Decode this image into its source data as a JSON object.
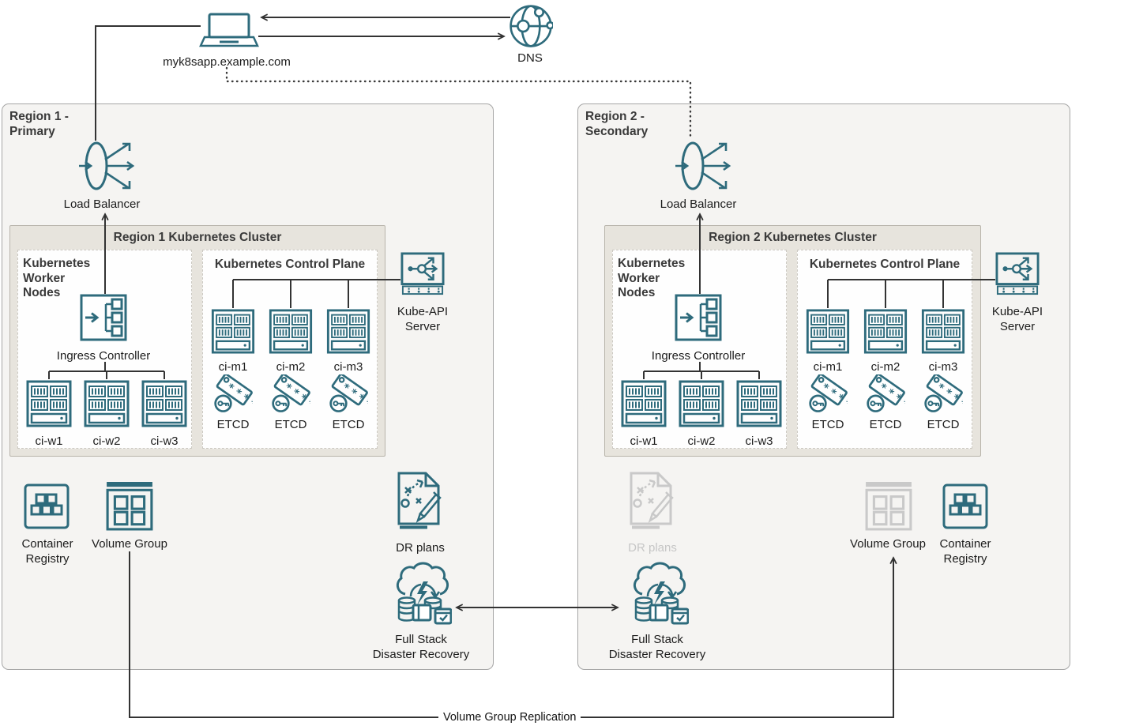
{
  "colors": {
    "teal": "#2e6b7c",
    "disabled_gray": "#c9c9c9",
    "line": "#333333",
    "region_fill": "#f5f4f2",
    "cluster_fill": "#e7e4dd"
  },
  "client": {
    "label": "myk8sapp.example.com"
  },
  "dns": {
    "label": "DNS"
  },
  "region1": {
    "title": "Region 1 -\nPrimary",
    "load_balancer": "Load Balancer",
    "cluster_title": "Region 1 Kubernetes Cluster",
    "worker_panel_title": "Kubernetes\nWorker\nNodes",
    "ingress": "Ingress Controller",
    "workers": [
      "ci-w1",
      "ci-w2",
      "ci-w3"
    ],
    "control_panel_title": "Kubernetes Control Plane",
    "masters": [
      "ci-m1",
      "ci-m2",
      "ci-m3"
    ],
    "etcd_label": "ETCD",
    "kube_api": "Kube-API\nServer",
    "container_registry": "Container\nRegistry",
    "volume_group": "Volume Group",
    "dr_plans": "DR plans",
    "fsdr": "Full Stack\nDisaster Recovery"
  },
  "region2": {
    "title": "Region 2 -\nSecondary",
    "load_balancer": "Load Balancer",
    "cluster_title": "Region 2 Kubernetes Cluster",
    "worker_panel_title": "Kubernetes\nWorker\nNodes",
    "ingress": "Ingress Controller",
    "workers": [
      "ci-w1",
      "ci-w2",
      "ci-w3"
    ],
    "control_panel_title": "Kubernetes Control Plane",
    "masters": [
      "ci-m1",
      "ci-m2",
      "ci-m3"
    ],
    "etcd_label": "ETCD",
    "kube_api": "Kube-API\nServer",
    "container_registry": "Container\nRegistry",
    "volume_group": "Volume Group",
    "dr_plans": "DR plans",
    "fsdr": "Full Stack\nDisaster Recovery"
  },
  "replication_label": "Volume Group Replication"
}
